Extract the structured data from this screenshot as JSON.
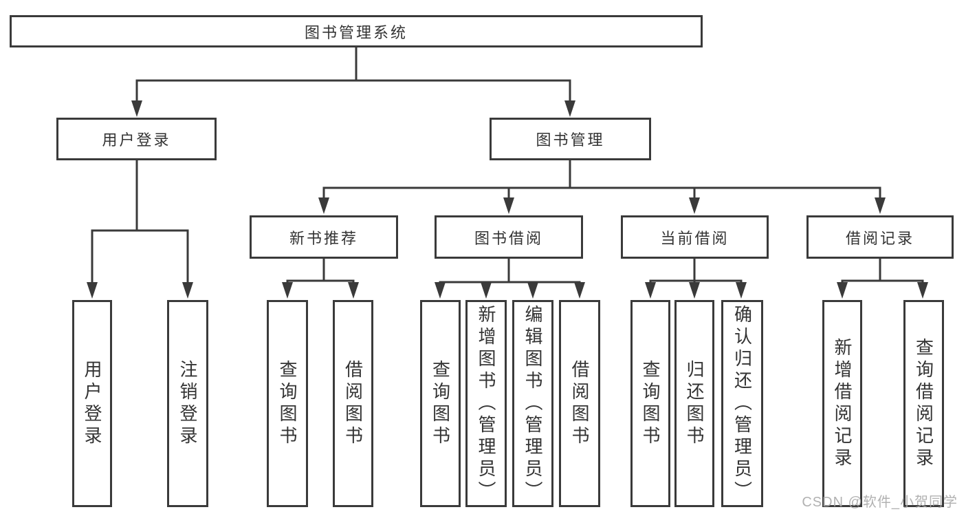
{
  "diagram": {
    "title": "图书管理系统",
    "level2": [
      {
        "label": "用户登录"
      },
      {
        "label": "图书管理"
      }
    ],
    "level3": [
      {
        "label": "新书推荐"
      },
      {
        "label": "图书借阅"
      },
      {
        "label": "当前借阅"
      },
      {
        "label": "借阅记录"
      }
    ],
    "leaves": [
      {
        "label": "用户登录",
        "parent": "用户登录"
      },
      {
        "label": "注销登录",
        "parent": "用户登录"
      },
      {
        "label": "查询图书",
        "parent": "新书推荐"
      },
      {
        "label": "借阅图书",
        "parent": "新书推荐"
      },
      {
        "label": "查询图书",
        "parent": "图书借阅"
      },
      {
        "label": "新增图书（管理员）",
        "parent": "图书借阅"
      },
      {
        "label": "编辑图书（管理员）",
        "parent": "图书借阅"
      },
      {
        "label": "借阅图书",
        "parent": "图书借阅"
      },
      {
        "label": "查询图书",
        "parent": "当前借阅"
      },
      {
        "label": "归还图书",
        "parent": "当前借阅"
      },
      {
        "label": "确认归还（管理员）",
        "parent": "当前借阅"
      },
      {
        "label": "新增借阅记录",
        "parent": "借阅记录"
      },
      {
        "label": "查询借阅记录",
        "parent": "借阅记录"
      }
    ]
  },
  "watermark": {
    "text": "CSDN @软件_小贺同学"
  },
  "colors": {
    "line": "#3a3a3a",
    "text": "#333333",
    "watermark": "#a9a9a9",
    "background": "#ffffff",
    "box_fill": "#ffffff"
  }
}
